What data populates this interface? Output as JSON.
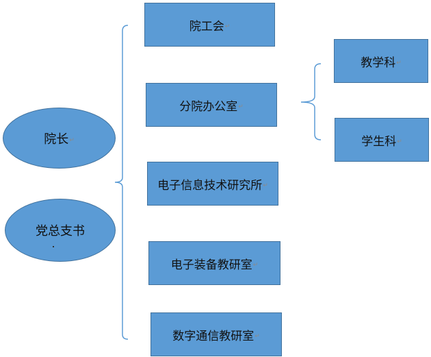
{
  "colors": {
    "node_fill": "#5b9bd5",
    "node_border": "#41719c",
    "connector": "#5b9bd5",
    "text": "#111111"
  },
  "paragraph_mark": "↵",
  "leaders": {
    "dean": "院长",
    "party_secretary": "党总支书"
  },
  "units": {
    "union": "院工会",
    "branch_office": "分院办公室",
    "it_institute": "电子信息技术研究所",
    "equipment_lab": "电子装备教研室",
    "comm_lab": "数字通信教研室"
  },
  "sub_units": {
    "teaching": "教学科",
    "student": "学生科"
  }
}
